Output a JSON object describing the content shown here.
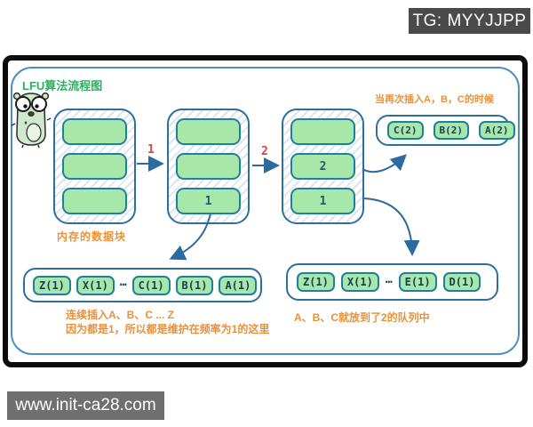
{
  "badges": {
    "tg_label": "TG: MYYJJPP",
    "site_label": "www.init-ca28.com"
  },
  "diagram": {
    "title": "LFU算法流程图",
    "memory_label": "内存的数据块",
    "steps": {
      "step1": "1",
      "step2": "2"
    },
    "stacks": {
      "s1": {
        "cells": [
          "",
          "",
          ""
        ]
      },
      "s2": {
        "cells": [
          "",
          "",
          "1"
        ]
      },
      "s3": {
        "cells": [
          "",
          "2",
          "1"
        ]
      }
    },
    "freq2_queue": {
      "caption": "当再次插入A，B，C的时候",
      "cells": [
        "C(2)",
        "B(2)",
        "A(2)"
      ]
    },
    "freq1_queue_left": {
      "cells": [
        "Z(1)",
        "X(1)",
        "…",
        "C(1)",
        "B(1)",
        "A(1)"
      ],
      "caption_line1": "连续插入A、B、C ... Z",
      "caption_line2": "因为都是1，所以都是维护在频率为1的这里"
    },
    "freq1_queue_right": {
      "cells": [
        "Z(1)",
        "X(1)",
        "…",
        "E(1)",
        "D(1)"
      ],
      "caption": "A、B、C就放到了2的队列中"
    },
    "colors": {
      "cell_green": "#a7e8aa",
      "cell_border": "#1f7fa0",
      "container_border": "#2e6f9e",
      "orange_text": "#e8913a",
      "red_step": "#d9453c",
      "title_green": "#2fae63",
      "arrow_blue": "#2d6a9f"
    }
  }
}
